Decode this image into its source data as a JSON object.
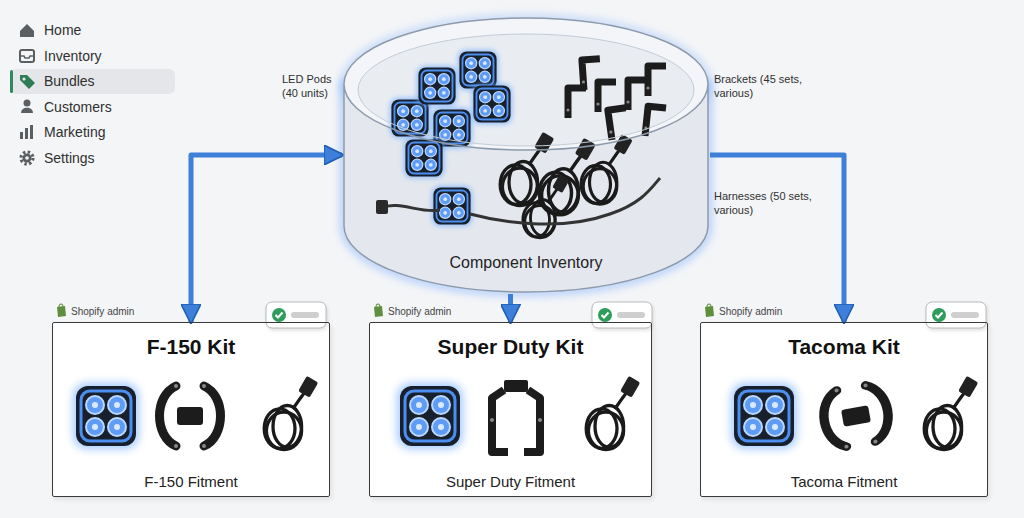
{
  "diagram": {
    "nodes": [
      {
        "text": [
          "Component Inventory"
        ]
      },
      {
        "text": [
          "Shopify admin",
          "F-150 Kit",
          "F-150 Fitment"
        ]
      },
      {
        "text": [
          "Shopify admin",
          "Super Duty Kit",
          "Super Duty Fitment"
        ]
      },
      {
        "text": [
          "Shopify admin",
          "Tacoma Kit",
          "Tacoma Fitment"
        ]
      }
    ],
    "edges": [
      {
        "from": 0,
        "to": 1,
        "arrow": "both"
      },
      {
        "from": 0,
        "to": 2,
        "arrow": "to"
      },
      {
        "from": 0,
        "to": 3,
        "arrow": "to"
      }
    ],
    "labels": [
      "Home",
      "Inventory",
      "Bundles",
      "Customers",
      "Marketing",
      "Settings",
      "LED Pods (40 units)",
      "Brackets (45 sets, various)",
      "Harnesses (50 sets, various)"
    ]
  }
}
